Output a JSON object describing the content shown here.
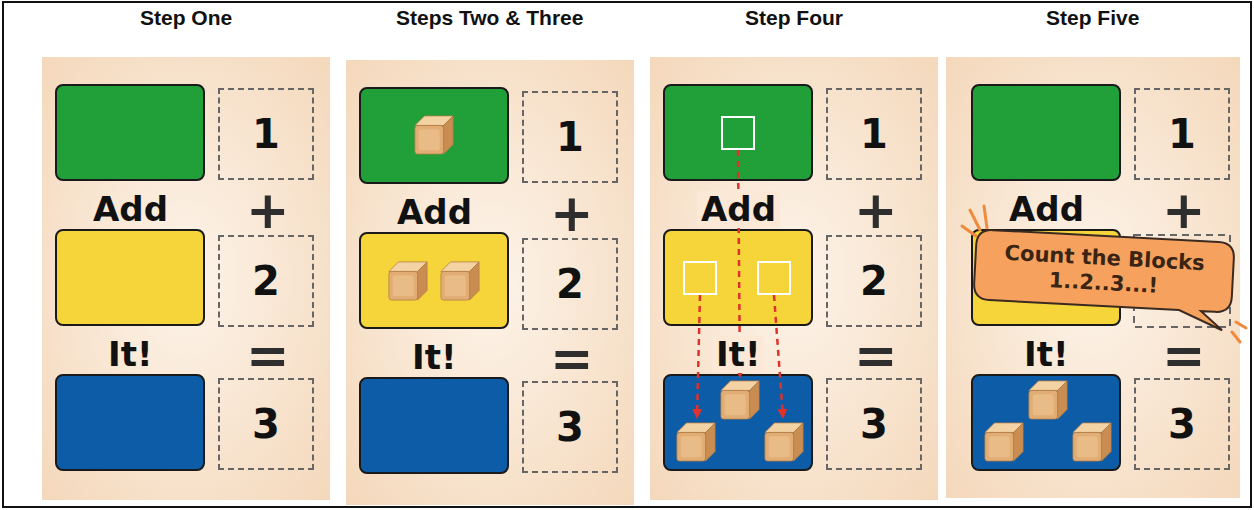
{
  "diagram": {
    "nodes": [
      {
        "text": [
          "Step One",
          "Add",
          "+",
          "It!",
          "="
        ]
      },
      {
        "text": [
          "1"
        ],
        "in": 0
      },
      {
        "text": [
          "2"
        ],
        "in": 0
      },
      {
        "text": [
          "3"
        ],
        "in": 0
      },
      {
        "text": [
          "Steps Two & Three",
          "Add",
          "+",
          "It!",
          "="
        ]
      },
      {
        "text": [
          "1"
        ],
        "in": 4
      },
      {
        "text": [
          "2"
        ],
        "in": 4
      },
      {
        "text": [
          "3"
        ],
        "in": 4
      },
      {
        "text": [
          "Step Four",
          "Add",
          "+",
          "It!",
          "="
        ]
      },
      {
        "text": [
          "1"
        ],
        "in": 8
      },
      {
        "text": [
          "2"
        ],
        "in": 8
      },
      {
        "text": [
          "3"
        ],
        "in": 8
      },
      {
        "text": [
          "Step Five",
          "Add",
          "+",
          "It!",
          "="
        ]
      },
      {
        "text": [
          "1"
        ],
        "in": 12
      },
      {
        "text": [
          "3"
        ],
        "in": 12
      },
      {
        "text": [
          "Count the Blocks 1..2..3...!"
        ]
      }
    ]
  }
}
